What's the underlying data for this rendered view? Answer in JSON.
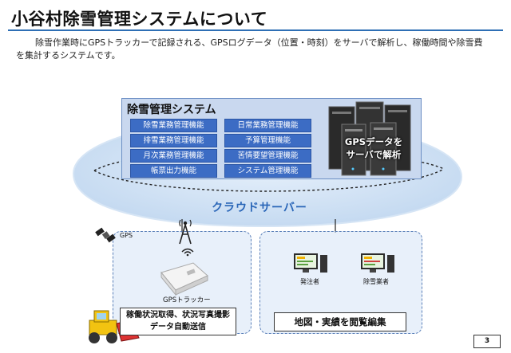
{
  "header": {
    "title": "小谷村除雪管理システムについて",
    "description": "除雪作業時にGPSトラッカーで記録される、GPSログデータ（位置・時刻）をサーバで解析し、稼働時間や除雪費を集計するシステムです。"
  },
  "management_system": {
    "title": "除雪管理システム",
    "functions": [
      "除雪業務管理機能",
      "日常業務管理機能",
      "排雪業務管理機能",
      "予算管理機能",
      "月次業務管理機能",
      "苦情要望管理機能",
      "帳票出力機能",
      "システム管理機能"
    ],
    "server_label_line1": "GPSデータを",
    "server_label_line2": "サーバで解析"
  },
  "cloud": {
    "label": "クラウドサーバー"
  },
  "field": {
    "gps_label": "GPS",
    "tracker_label": "GPSトラッカー",
    "caption_line1": "稼働状況取得、状況写真撮影",
    "caption_line2": "データ自動送信"
  },
  "office": {
    "client1": "発注者",
    "client2": "除雪業者",
    "caption": "地図・実績を閲覧編集"
  },
  "page_number": "3",
  "colors": {
    "accent": "#2e6fb5",
    "function_bg": "#3c6cc4",
    "box_bg": "#c9d8ef",
    "cloud_label": "#2a66b8"
  }
}
